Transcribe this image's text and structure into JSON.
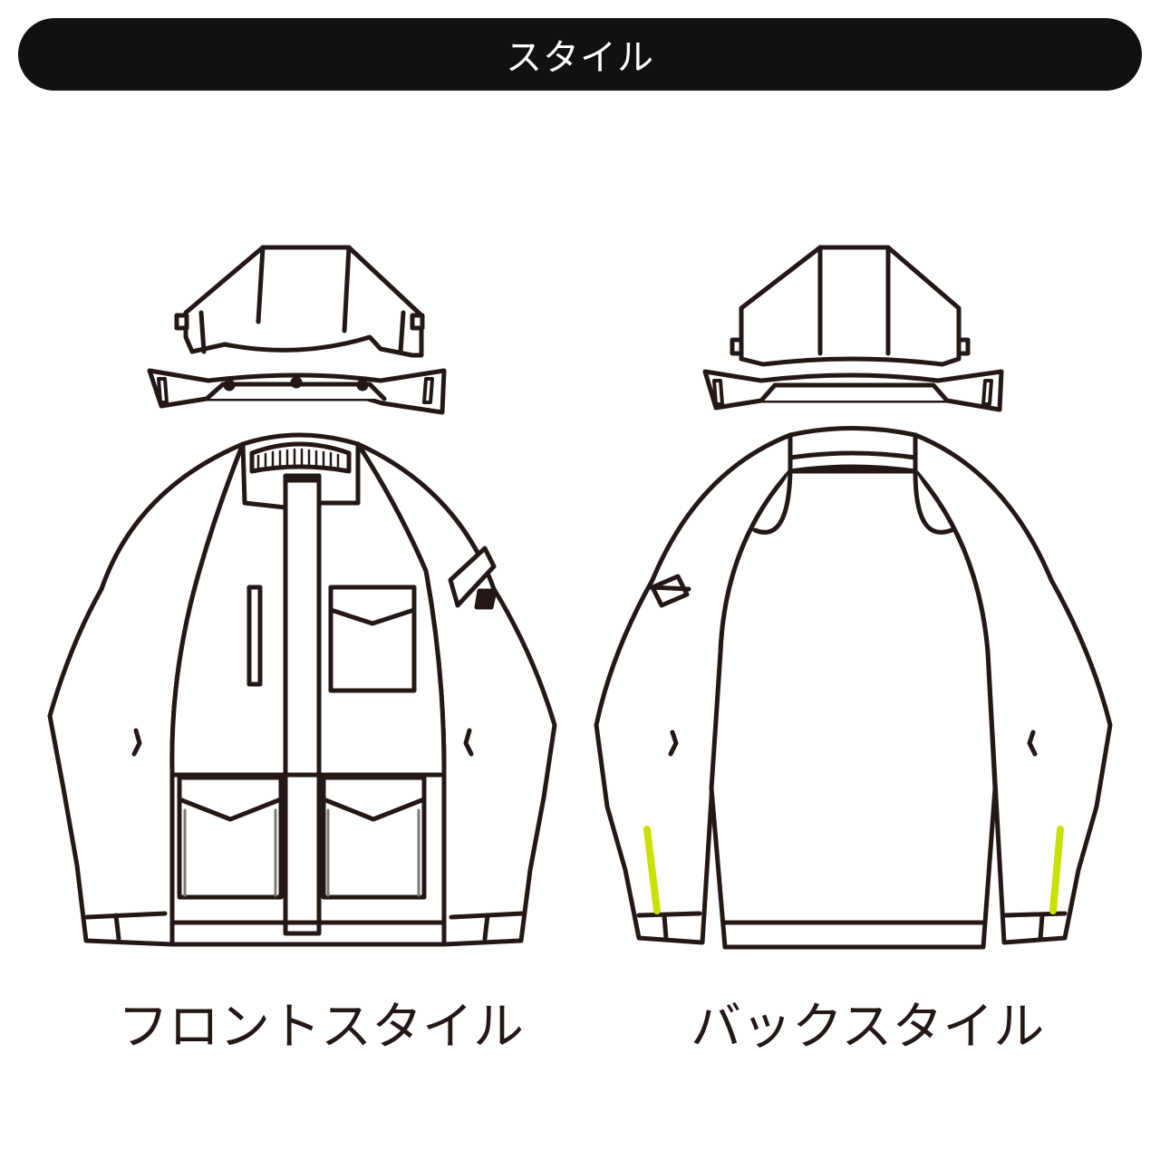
{
  "header": {
    "title": "スタイル"
  },
  "front": {
    "caption": "フロントスタイル"
  },
  "back": {
    "caption": "バックスタイル"
  },
  "colors": {
    "background": "#ffffff",
    "header_bar": "#111111",
    "header_text": "#ffffff",
    "line": "#231815",
    "reflective_accent": "#c8e100"
  }
}
